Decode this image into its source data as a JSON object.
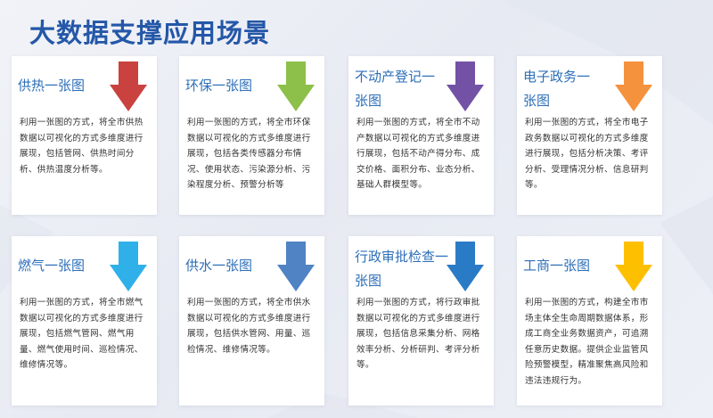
{
  "page": {
    "title": "大数据支撑应用场景"
  },
  "cards": [
    {
      "title": "供热一张图",
      "color": "#c9423f",
      "body": "利用一张图的方式，将全市供热数据以可视化的方式多维度进行展现，包括管网、供热时间分析、供热温度分析等。"
    },
    {
      "title": "环保一张图",
      "color": "#8dc04a",
      "body": "利用一张图的方式，将全市环保数据以可视化的方式多维度进行展现，包括各类传感器分布情况、使用状态、污染源分析、污染程度分析、预警分析等"
    },
    {
      "title": "不动产登记一张图",
      "color": "#7352a6",
      "body": "利用一张图的方式，将全市不动产数据以可视化的方式多维度进行展现，包括不动产得分布、成交价格、面积分布、业态分析、基础人群模型等。"
    },
    {
      "title": "电子政务一张图",
      "color": "#f5923e",
      "body": "利用一张图的方式，将全市电子政务数据以可视化的方式多维度进行展现，包括分析决策、考评分析、受理情况分析、信息研判等。"
    },
    {
      "title": "燃气一张图",
      "color": "#2fb0e8",
      "body": "利用一张图的方式，将全市燃气数据以可视化的方式多维度进行展现，包括燃气管网、燃气用量、燃气使用时间、巡检情况、维修情况等。"
    },
    {
      "title": "供水一张图",
      "color": "#4f83c3",
      "body": "利用一张图的方式，将全市供水数据以可视化的方式多维度进行展现，包括供水管网、用量、巡检情况、维修情况等。"
    },
    {
      "title": "行政审批检查一张图",
      "color": "#2a7bc6",
      "body": "利用一张图的方式，将行政审批数据以可视化的方式多维度进行展现，包括信息采集分析、网格效率分析、分析研判、考评分析等。"
    },
    {
      "title": "工商一张图",
      "color": "#fdc000",
      "body": "利用一张图的方式，构建全市市场主体全生命周期数据体系，形成工商全业务数据资产，可追溯任意历史数据。提供企业监管风险预警模型，精准聚焦高风险和违法违规行为。"
    }
  ]
}
